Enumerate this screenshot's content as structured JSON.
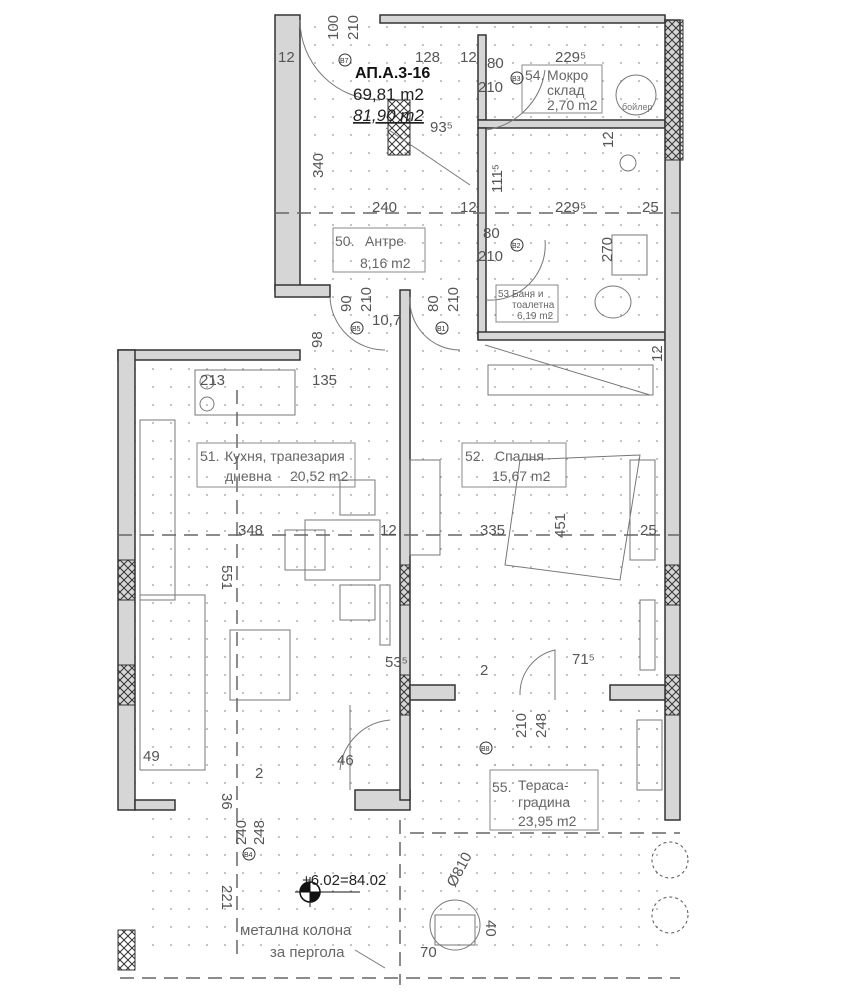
{
  "apartment": {
    "code": "АП.А.3-16",
    "area_net": "69,81 m2",
    "area_gross": "81,90 m2"
  },
  "rooms": [
    {
      "num": "50.",
      "name": "Антре",
      "area": "8,16 m2"
    },
    {
      "num": "51.",
      "name_line1": "Кухня, трапезария",
      "name_line2": "дневна",
      "area": "20,52 m2"
    },
    {
      "num": "52.",
      "name": "Спалня",
      "area": "15,67 m2"
    },
    {
      "num": "53",
      "name_line1": "Баня и",
      "name_line2": "тоалетна",
      "area": "6,19 m2"
    },
    {
      "num": "54.",
      "name_line1": "Мокро",
      "name_line2": "склад",
      "area": "2,70 m2"
    },
    {
      "num": "55.",
      "name_line1": "Тераса-",
      "name_line2": "градина",
      "area": "23,95 m2"
    }
  ],
  "dimensions": [
    "100",
    "210",
    "12",
    "128",
    "12",
    "80",
    "210",
    "229⁵",
    "93⁵",
    "340",
    "111⁵",
    "12",
    "240",
    "12",
    "229⁵",
    "25",
    "80",
    "210",
    "270",
    "90",
    "210",
    "80",
    "210",
    "10,7",
    "98",
    "213",
    "135",
    "12",
    "348",
    "12",
    "335",
    "451",
    "25",
    "551",
    "53⁵",
    "2",
    "71⁵",
    "210",
    "248",
    "49",
    "46",
    "2",
    "36",
    "240",
    "248",
    "221",
    "Ø810",
    "40",
    "70"
  ],
  "door_tags": [
    "B7",
    "B3",
    "B2",
    "B5",
    "B1",
    "B8",
    "B4"
  ],
  "fixtures": {
    "boiler": "бойлер"
  },
  "elevation": "+6.02=84.02",
  "annotation": {
    "line1": "метална колона",
    "line2": "за пергола"
  }
}
